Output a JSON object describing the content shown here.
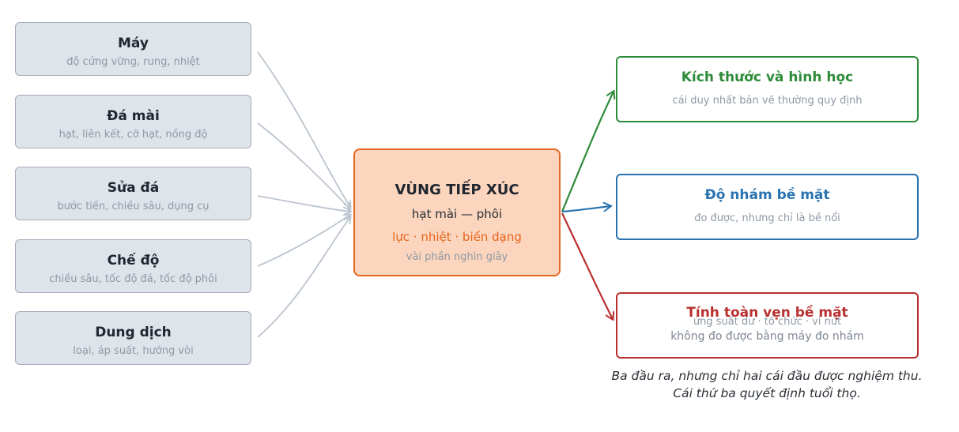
{
  "inputs": [
    {
      "title": "Máy",
      "subtitle": "độ cứng vững, rung, nhiệt"
    },
    {
      "title": "Đá mài",
      "subtitle": "hạt, liên kết, cỡ hạt, nồng độ"
    },
    {
      "title": "Sửa đá",
      "subtitle": "bước tiến, chiều sâu, dụng cụ"
    },
    {
      "title": "Chế độ",
      "subtitle": "chiều sâu, tốc độ đá, tốc độ phôi"
    },
    {
      "title": "Dung dịch",
      "subtitle": "loại, áp suất, hướng vòi"
    }
  ],
  "center": {
    "title": "VÙNG TIẾP XÚC",
    "line1": "hạt mài — phôi",
    "line2": "lực · nhiệt · biến dạng",
    "line3": "vài phần nghìn giây"
  },
  "outputs": [
    {
      "title": "Kích thước và hình học",
      "subtitle": "cái duy nhất bản vẽ thường quy định",
      "color": "#2e8b3a"
    },
    {
      "title": "Độ nhám bề mặt",
      "subtitle": "đo được, nhưng chỉ là bề nổi",
      "color": "#2a73b0"
    },
    {
      "title": "Tính toàn vẹn bề mặt",
      "subtitle": "ứng suất dư · tổ chức · vi nứt",
      "subtitle2": "không đo được bằng máy đo nhám",
      "color": "#b8302f"
    }
  ],
  "note": {
    "line1": "Ba đầu ra, nhưng chỉ hai cái đầu được nghiệm thu.",
    "line2": "Cái thứ ba quyết định tuổi thọ."
  },
  "colors": {
    "input_fill": "#dfe3ea",
    "input_border": "#a3acb9",
    "center_fill": "#fbd5bd",
    "center_border": "#e8661f",
    "input_arrow": "#bcc4cf"
  }
}
